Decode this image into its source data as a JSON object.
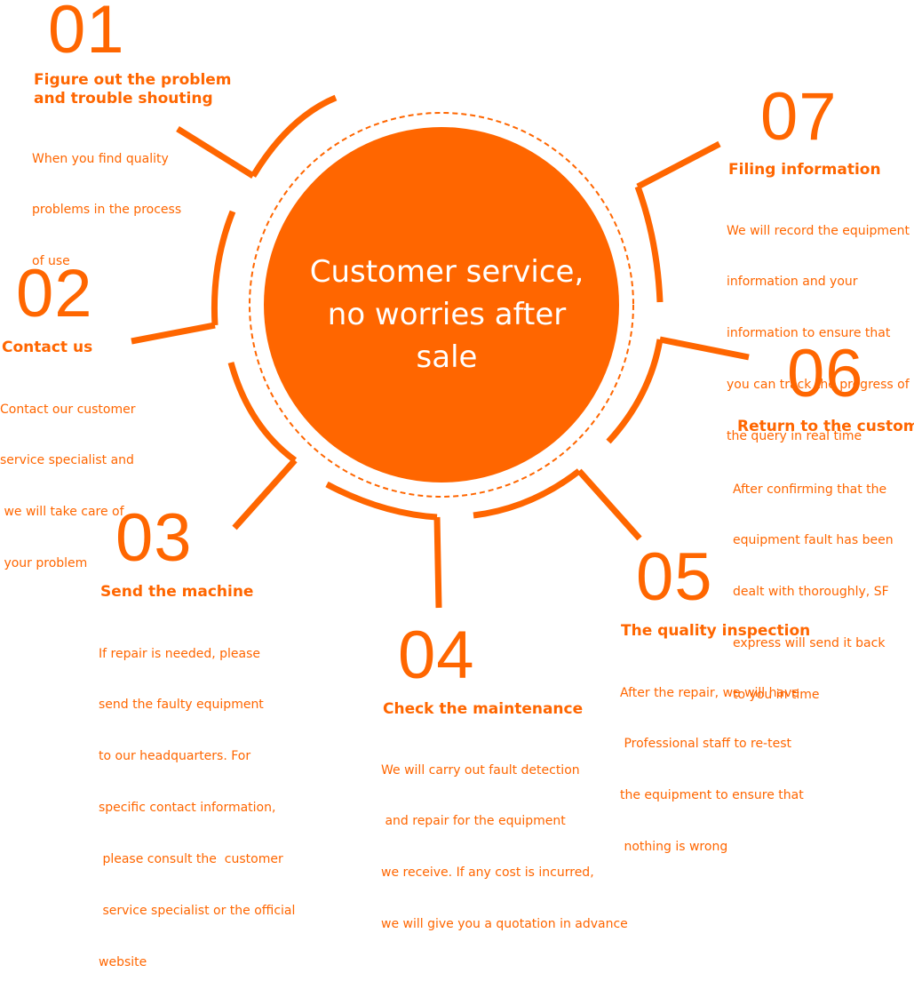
{
  "center": {
    "lines": [
      "Customer service,",
      "no worries after",
      "sale"
    ]
  },
  "colors": {
    "accent": "#ff6600",
    "background": "#ffffff",
    "center_text": "#ffffff"
  },
  "steps": [
    {
      "number": "01",
      "title": [
        "Figure out the problem",
        "and trouble shouting"
      ],
      "description": [
        "When you find quality",
        "problems in the process",
        "of use"
      ]
    },
    {
      "number": "02",
      "title": [
        "Contact us"
      ],
      "description": [
        "Contact our customer",
        "service specialist and",
        " we will take care of",
        " your problem"
      ]
    },
    {
      "number": "03",
      "title": [
        "Send the machine"
      ],
      "description": [
        "If repair is needed, please",
        "send the faulty equipment",
        "to our headquarters. For",
        "specific contact information,",
        " please consult the  customer",
        " service specialist or the official",
        "website"
      ]
    },
    {
      "number": "04",
      "title": [
        "Check the maintenance"
      ],
      "description": [
        "We will carry out fault detection",
        " and repair for the equipment",
        "we receive. If any cost is incurred,",
        "we will give you a quotation in advance"
      ]
    },
    {
      "number": "05",
      "title": [
        "The quality inspection"
      ],
      "description": [
        "After the repair, we will have",
        " Professional staff to re-test",
        "the equipment to ensure that",
        " nothing is wrong"
      ]
    },
    {
      "number": "06",
      "title": [
        "Return to the customer"
      ],
      "description": [
        "After confirming that the",
        "equipment fault has been",
        "dealt with thoroughly, SF",
        "express will send it back",
        "to you in time"
      ]
    },
    {
      "number": "07",
      "title": [
        "Filing information"
      ],
      "description": [
        "We will record the equipment",
        "information and your",
        "information to ensure that",
        "you can track the progress of",
        "the query in real time"
      ]
    }
  ]
}
